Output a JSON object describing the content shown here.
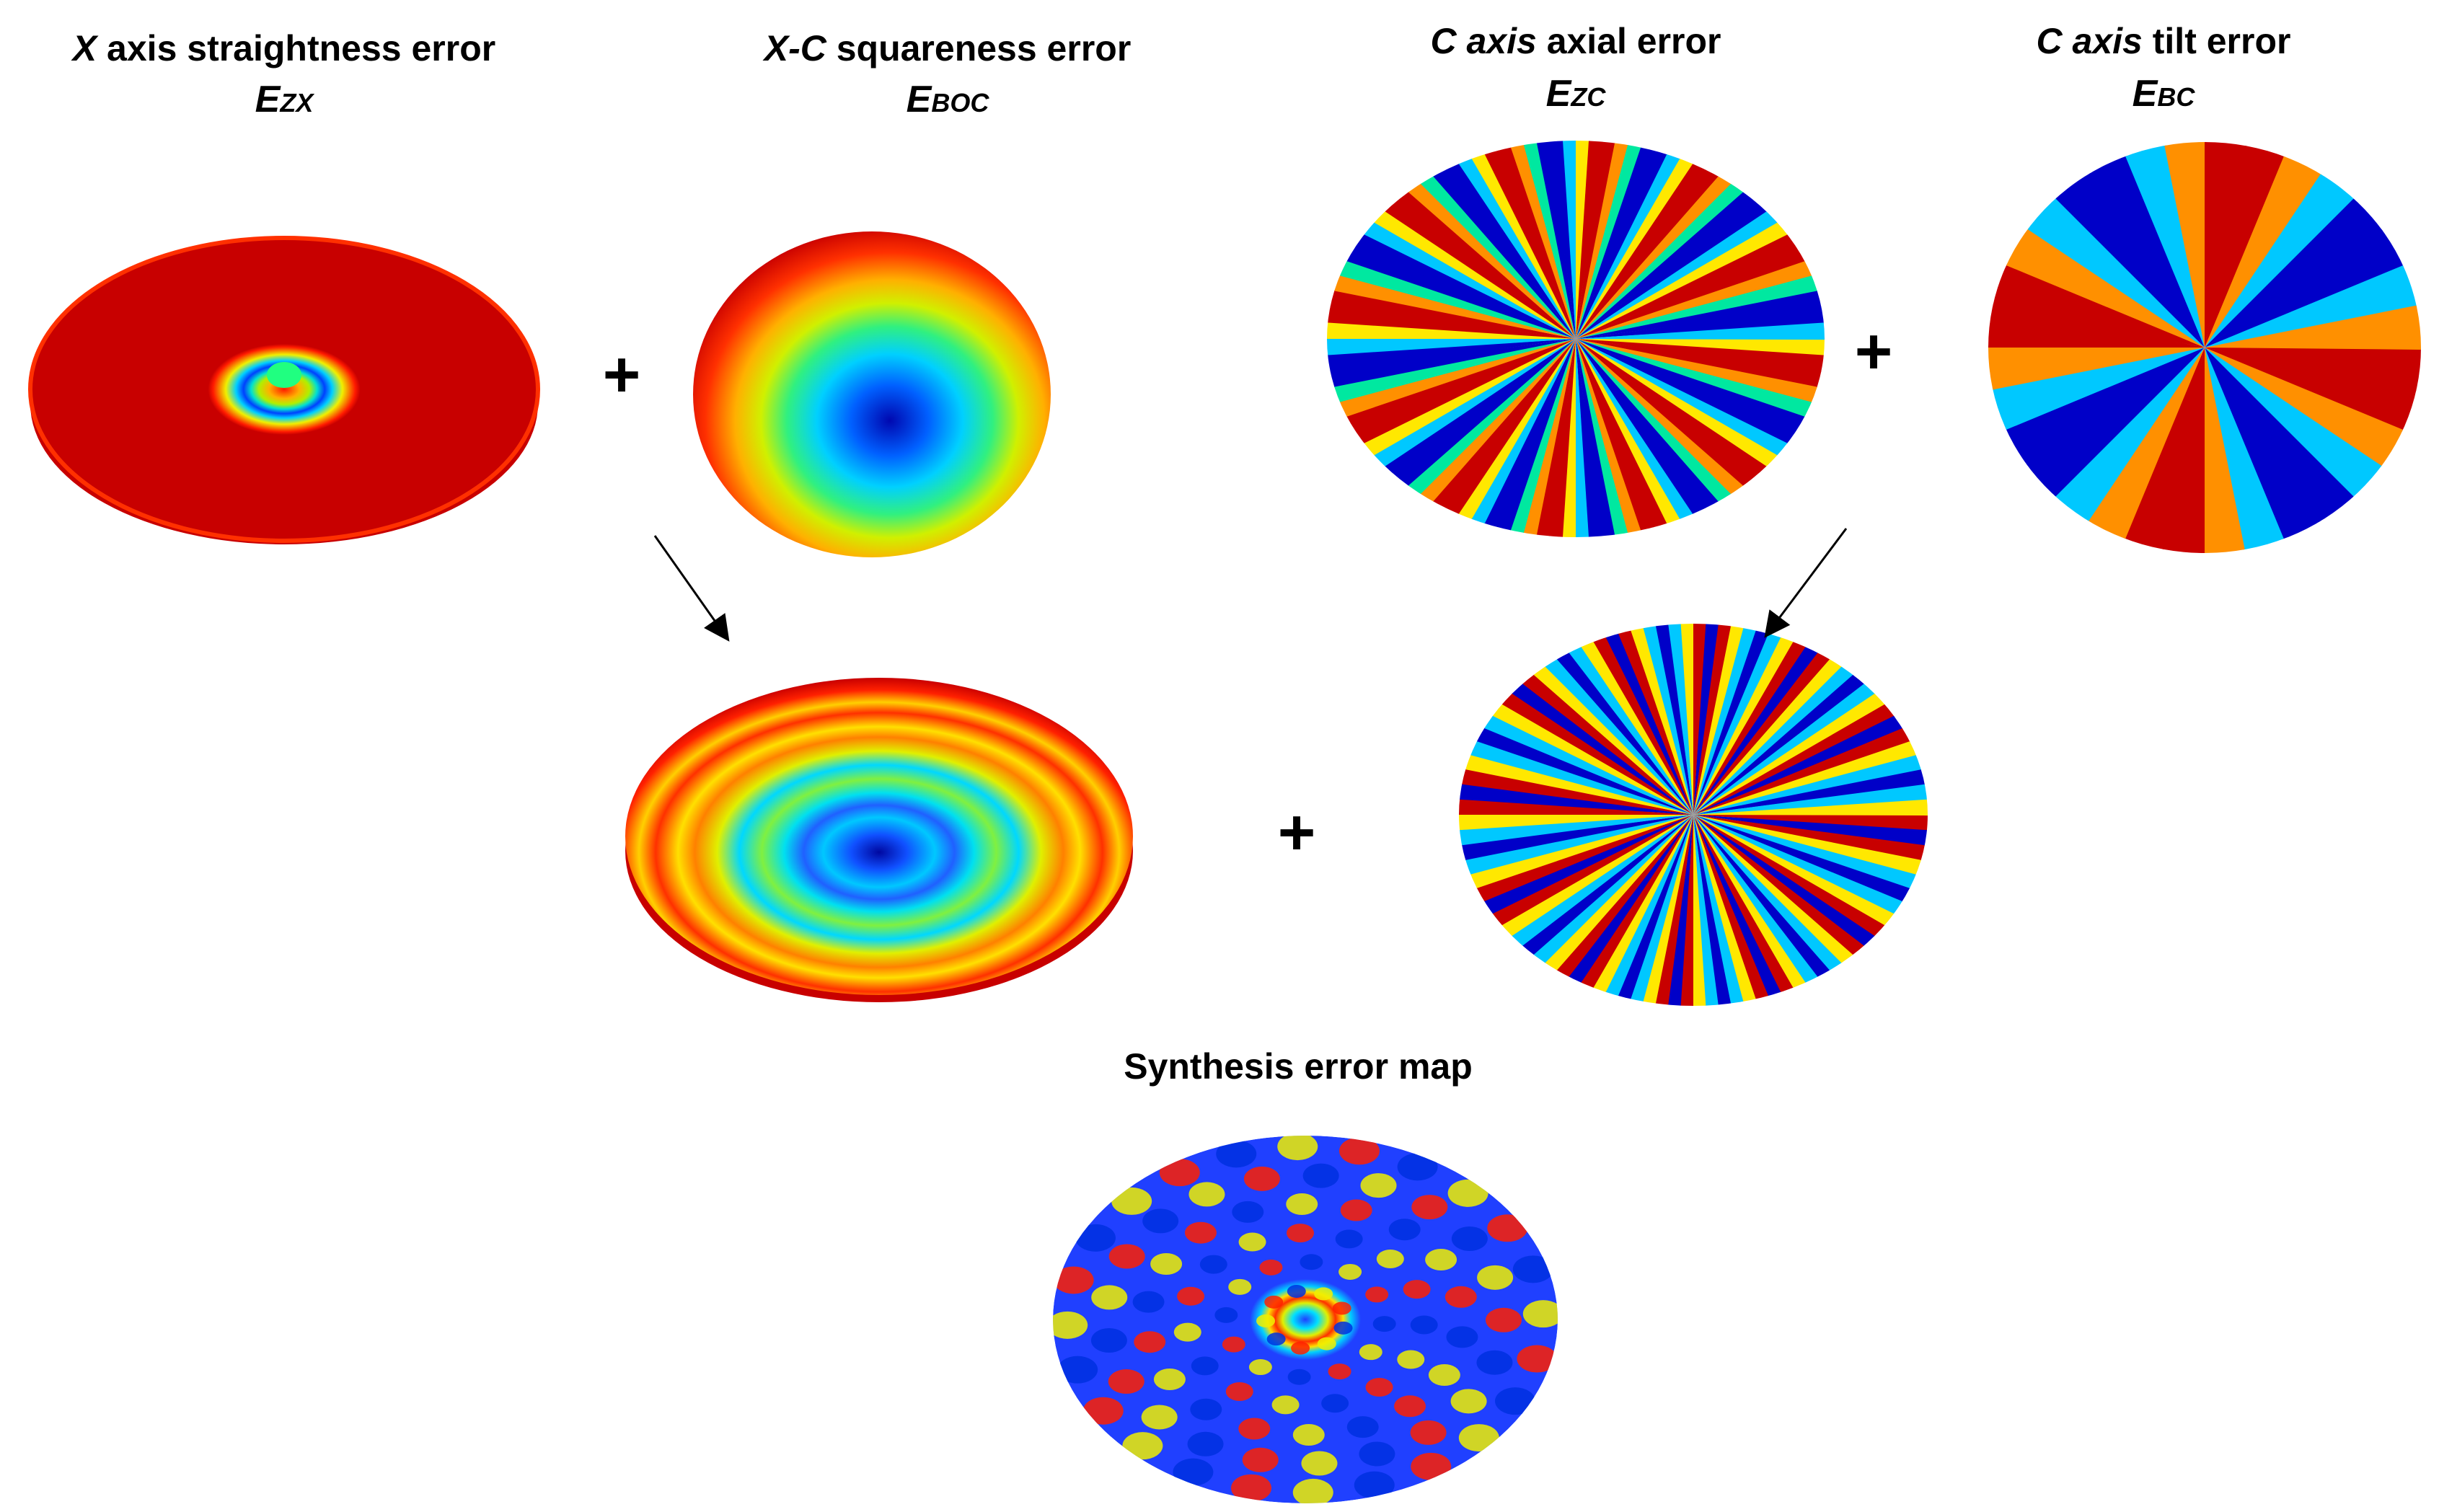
{
  "titles": {
    "zx": {
      "prefix": "X",
      "rest": " axis straightness error",
      "symbol": "E",
      "sub": "ZX"
    },
    "boc": {
      "prefix": "X-C",
      "rest": " squareness error",
      "symbol": "E",
      "sub": "BOC"
    },
    "zc": {
      "prefix": "C axis",
      "rest": " axial error",
      "symbol": "E",
      "sub": "ZC"
    },
    "bc": {
      "prefix": "C axis",
      "rest": " tilt error",
      "symbol": "E",
      "sub": "BC"
    },
    "synthesis": "Synthesis error map"
  },
  "operators": {
    "plus": "+"
  },
  "colormap": [
    "#0000c8",
    "#0050ff",
    "#00c8ff",
    "#00e8a0",
    "#a0f000",
    "#ffe800",
    "#ff9000",
    "#ff2000",
    "#c80000"
  ]
}
